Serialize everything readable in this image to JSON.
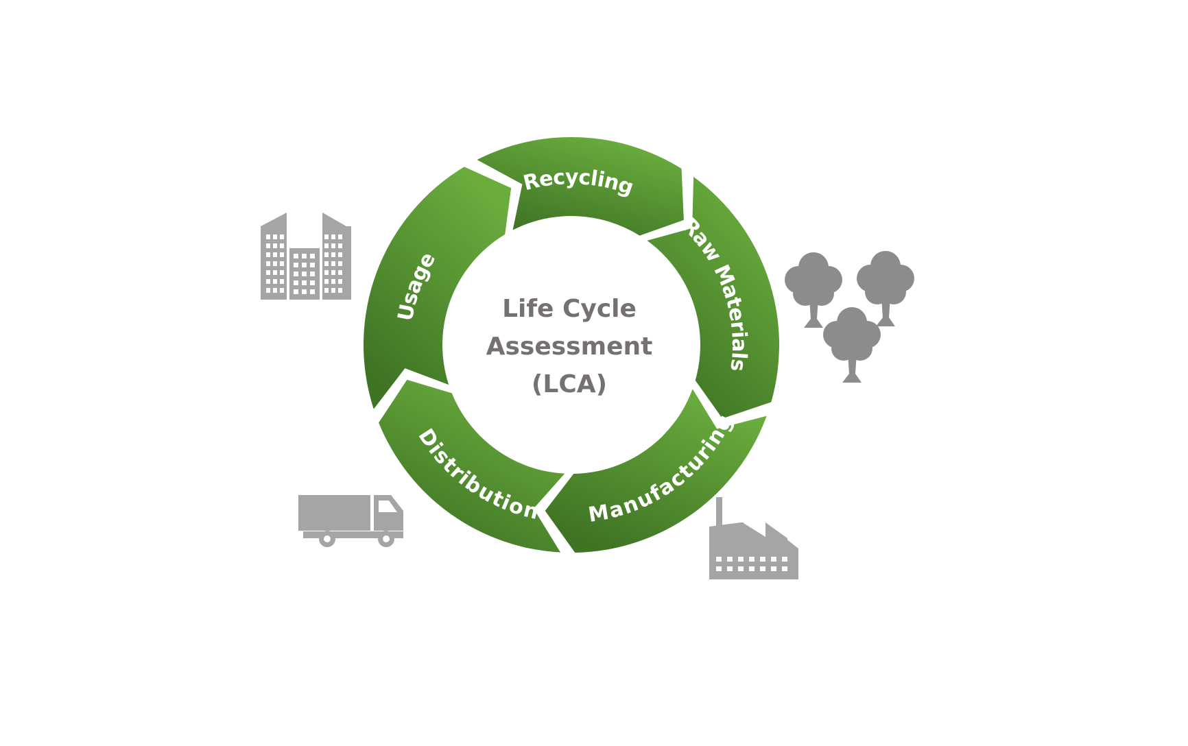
{
  "center": {
    "line1": "Life Cycle",
    "line2": "Assessment",
    "line3": "(LCA)"
  },
  "stages": [
    {
      "id": "recycling",
      "label": "Recycling"
    },
    {
      "id": "raw-materials",
      "label": "Raw Materials"
    },
    {
      "id": "manufacturing",
      "label": "Manufacturing"
    },
    {
      "id": "distribution",
      "label": "Distribution"
    },
    {
      "id": "usage",
      "label": "Usage"
    }
  ],
  "icons": [
    {
      "id": "buildings",
      "name": "buildings-icon"
    },
    {
      "id": "trees",
      "name": "trees-icon"
    },
    {
      "id": "truck",
      "name": "truck-icon"
    },
    {
      "id": "factory",
      "name": "factory-icon"
    }
  ],
  "colors": {
    "ring_light": "#6aad3d",
    "ring_dark": "#3f7425",
    "center_text": "#767171",
    "icon_light": "#a5a5a5",
    "icon_dark": "#8c8c8c"
  }
}
